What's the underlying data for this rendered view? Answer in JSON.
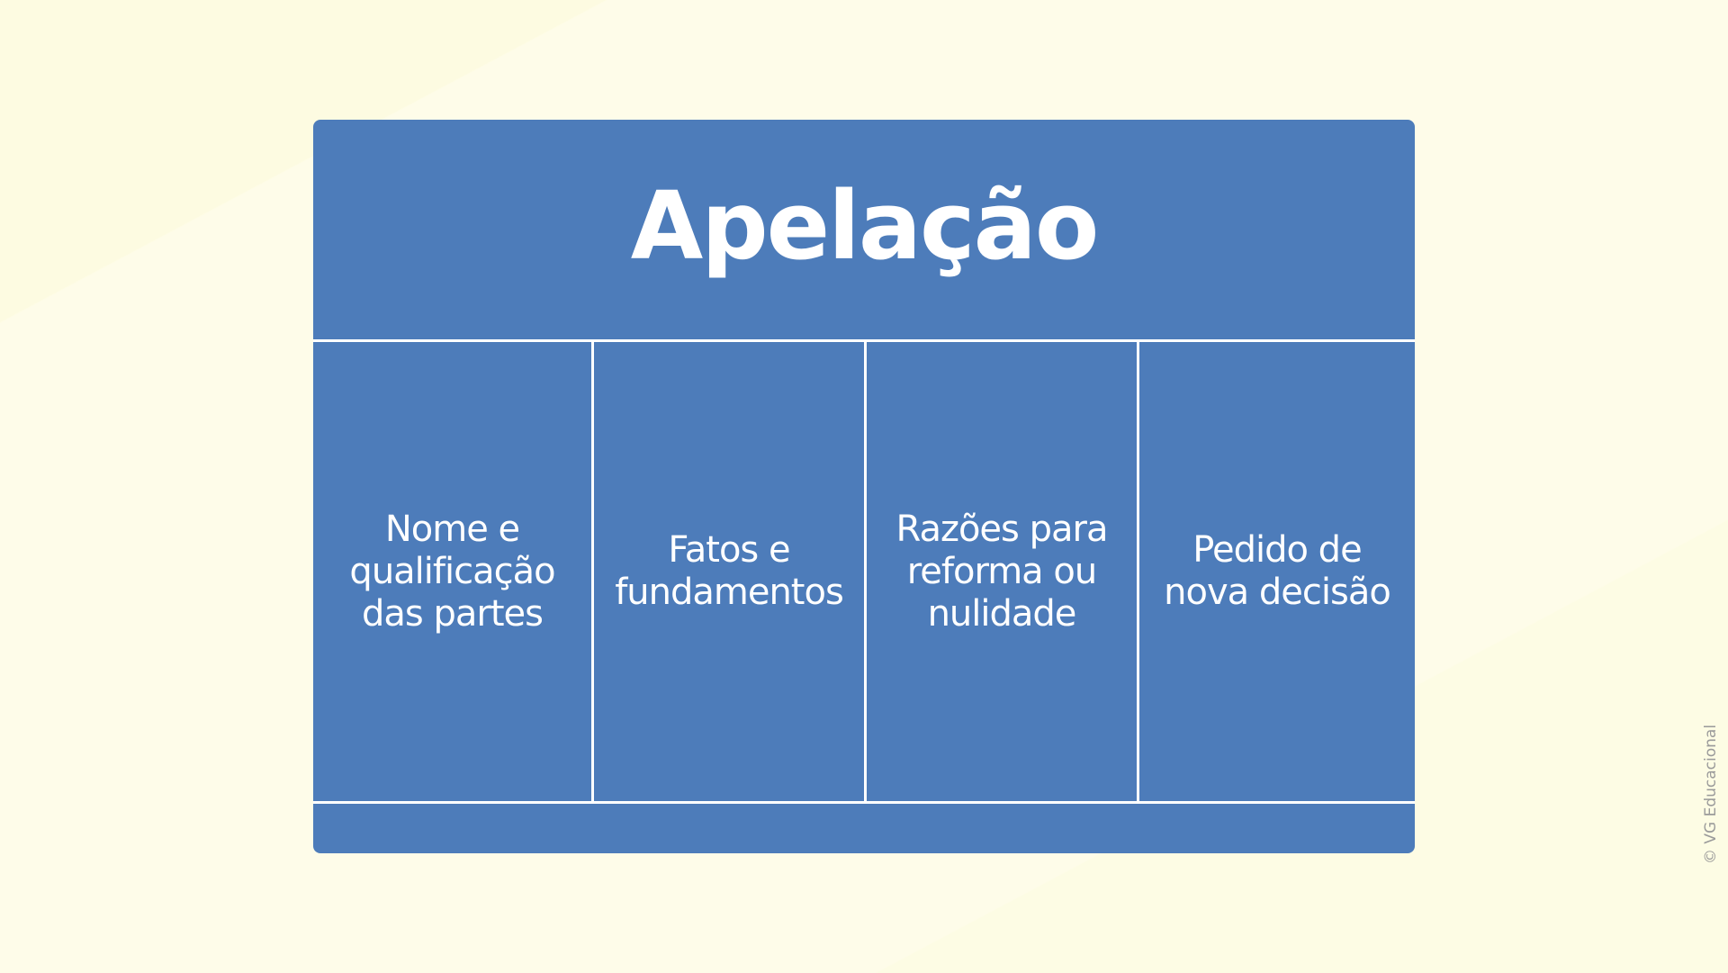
{
  "diagram": {
    "title": "Apelação",
    "columns": [
      {
        "label": "Nome e\nqualificação\ndas partes"
      },
      {
        "label": "Fatos e\nfundamentos"
      },
      {
        "label": "Razões para\nreforma ou\nnulidade"
      },
      {
        "label": "Pedido de\nnova decisão"
      }
    ]
  },
  "credit": "© VG Educacional",
  "colors": {
    "background": "#fefce9",
    "card": "#4d7cba",
    "text": "#ffffff",
    "credit_text": "#9a9a9a"
  }
}
